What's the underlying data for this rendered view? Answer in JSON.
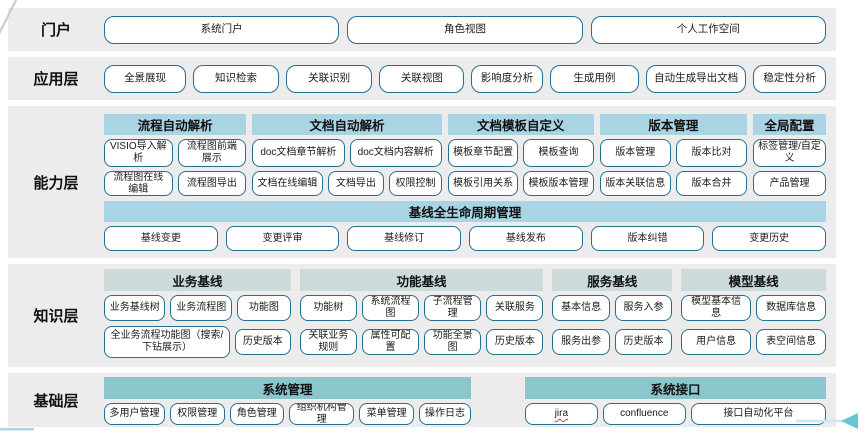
{
  "colors": {
    "band_bg": "#ececec",
    "button_border": "#266e8e",
    "capability_header_bg": "#a9d4e4",
    "knowledge_header_bg": "#ccdbd9",
    "foundation_header_bg": "#8ac6cc",
    "arrow_teal": "#66c6d2",
    "jira_underline": "#e03a3a"
  },
  "portal": {
    "label": "门户",
    "buttons": [
      "系统门户",
      "角色视图",
      "个人工作空间"
    ]
  },
  "app": {
    "label": "应用层",
    "buttons": [
      "全景展现",
      "知识检索",
      "关联识别",
      "关联视图",
      "影响度分析",
      "生成用例",
      "自动生成导出文档",
      "稳定性分析"
    ]
  },
  "cap": {
    "label": "能力层",
    "g1": {
      "header": "流程自动解析",
      "items": [
        "VISIO导入解析",
        "流程图前端展示",
        "流程图在线编辑",
        "流程图导出"
      ]
    },
    "g2": {
      "header": "文档自动解析",
      "items": [
        "doc文档章节解析",
        "doc文档内容解析",
        "文档在线编辑",
        "文档导出",
        "权限控制"
      ]
    },
    "g3": {
      "header": "文档模板自定义",
      "items": [
        "模板章节配置",
        "模板查询",
        "模板引用关系",
        "模板版本管理"
      ]
    },
    "g4": {
      "header": "版本管理",
      "items": [
        "版本管理",
        "版本比对",
        "版本关联信息",
        "版本合并"
      ]
    },
    "g5": {
      "header": "全局配置",
      "items": [
        "标签管理/自定义",
        "产品管理"
      ]
    },
    "baseline": {
      "header": "基线全生命周期管理",
      "items": [
        "基线变更",
        "变更评审",
        "基线修订",
        "基线发布",
        "版本纠错",
        "变更历史"
      ]
    }
  },
  "knw": {
    "label": "知识层",
    "g1": {
      "header": "业务基线",
      "row1": [
        "业务基线树",
        "业务流程图",
        "功能图"
      ],
      "row2": [
        "全业务流程功能图（搜索/下钻展示）",
        "历史版本"
      ]
    },
    "g2": {
      "header": "功能基线",
      "row1": [
        "功能树",
        "系统流程图",
        "子流程管理",
        "关联服务"
      ],
      "row2": [
        "关联业务规则",
        "属性可配置",
        "功能全景图",
        "历史版本"
      ]
    },
    "g3": {
      "header": "服务基线",
      "row1": [
        "基本信息",
        "服务入参"
      ],
      "row2": [
        "服务出参",
        "历史版本"
      ]
    },
    "g4": {
      "header": "模型基线",
      "row1": [
        "模型基本信息",
        "数据库信息"
      ],
      "row2": [
        "用户信息",
        "表空间信息"
      ]
    }
  },
  "fnd": {
    "label": "基础层",
    "g1": {
      "header": "系统管理",
      "items": [
        "多用户管理",
        "权限管理",
        "角色管理",
        "组织机构管理",
        "菜单管理",
        "操作日志"
      ]
    },
    "g2": {
      "header": "系统接口",
      "items": [
        "jira",
        "confluence",
        "接口自动化平台"
      ]
    }
  }
}
